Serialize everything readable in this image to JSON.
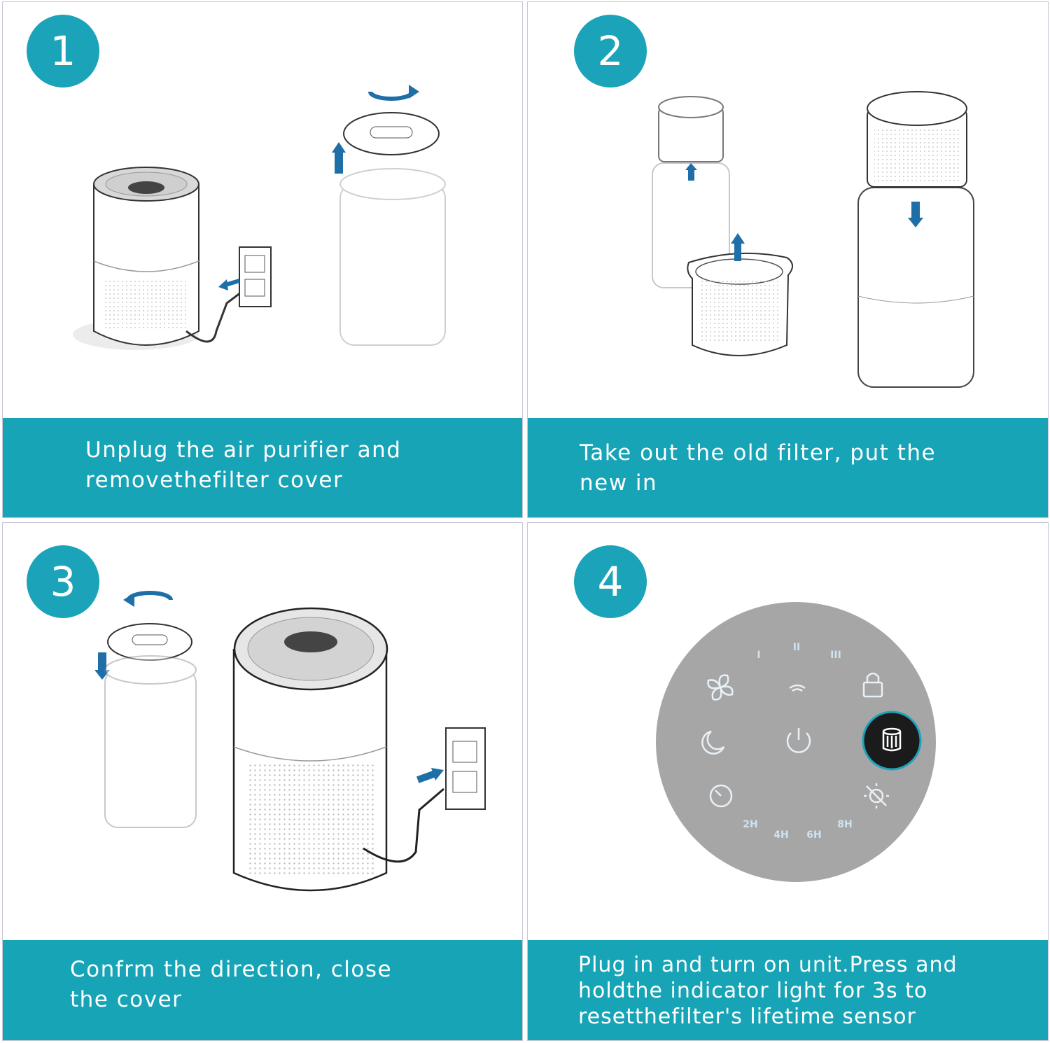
{
  "steps": [
    {
      "number": "1",
      "caption": "Unplug the air purifier and\nremovethefilter cover"
    },
    {
      "number": "2",
      "caption": "Take out the old filter, put the\nnew in"
    },
    {
      "number": "3",
      "caption": "Confrm the direction, close\nthe cover"
    },
    {
      "number": "4",
      "caption": "Plug in and turn on unit.Press and\nholdthe indicator light for 3s to\nresetthefilter's lifetime sensor"
    }
  ],
  "control_panel": {
    "speed_labels": [
      "I",
      "II",
      "III"
    ],
    "timer_labels": [
      "2H",
      "4H",
      "6H",
      "8H"
    ]
  },
  "colors": {
    "accent": "#17a4b6",
    "arrow": "#1e6fa8",
    "panel": "#a6a6a6"
  }
}
